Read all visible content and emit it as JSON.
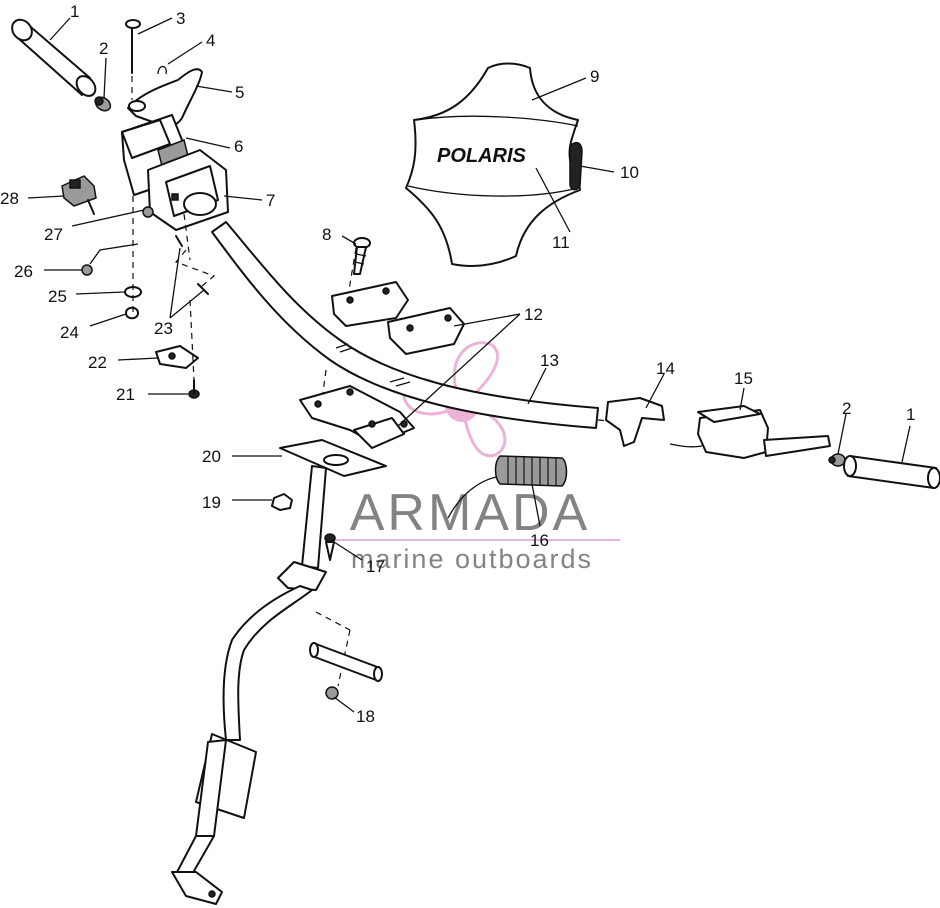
{
  "diagram": {
    "brand_label": "POLARIS",
    "callouts": [
      "1",
      "2",
      "3",
      "4",
      "5",
      "6",
      "7",
      "28",
      "27",
      "26",
      "25",
      "24",
      "23",
      "22",
      "21",
      "8",
      "9",
      "10",
      "11",
      "12",
      "13",
      "14",
      "15",
      "2",
      "1",
      "20",
      "19",
      "17",
      "16",
      "18"
    ]
  },
  "watermark": {
    "title": "ARMADA",
    "subtitle": "marine outboards",
    "accent_color": "#e9a6d2",
    "text_color": "#6e6e6e"
  }
}
